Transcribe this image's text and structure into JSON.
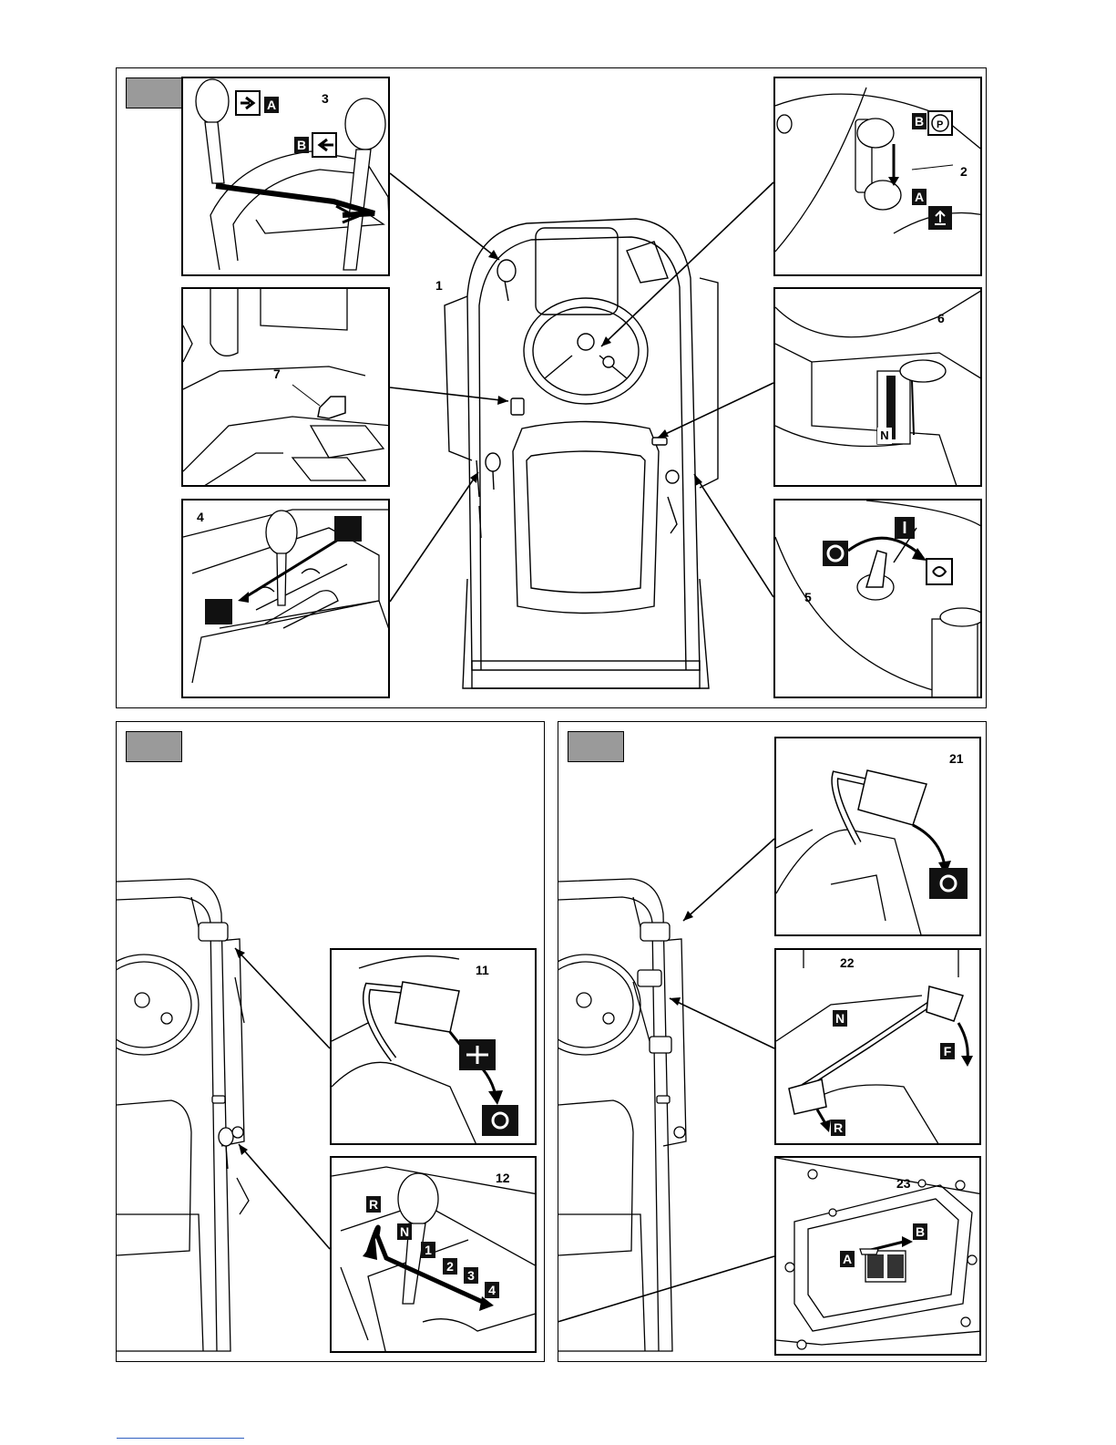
{
  "callouts": {
    "n1": "1",
    "n2": "2",
    "n3": "3",
    "n4": "4",
    "n5": "5",
    "n6": "6",
    "n7": "7",
    "n11": "11",
    "n12": "12",
    "n21": "21",
    "n22": "22",
    "n23": "23"
  },
  "labels": {
    "lift_a": "A",
    "lift_b": "B",
    "brake_a": "A",
    "brake_b": "B",
    "choke_n": "N",
    "ign_i": "I",
    "gear_r": "R",
    "gear_n": "N",
    "gear_1": "1",
    "gear_2": "2",
    "gear_3": "3",
    "gear_4": "4",
    "hydro_n": "N",
    "hydro_f": "F",
    "hydro_r": "R",
    "bypass_a": "A",
    "bypass_b": "B"
  },
  "colors": {
    "tab_fill": "#9a9a9a",
    "line": "#000000"
  },
  "icons": [
    "arrow-out-icon",
    "arrow-in-icon",
    "parking-brake-icon",
    "lock-icon",
    "cut-height-icon",
    "ignition-off-icon",
    "start-icon",
    "brake-icon",
    "clutch-icon"
  ]
}
